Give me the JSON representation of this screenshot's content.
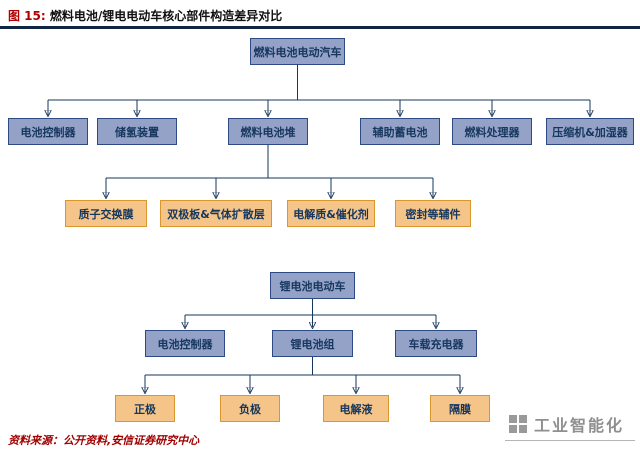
{
  "title": {
    "figure_label": "图 15:",
    "text": "燃料电池/锂电电动车核心部件构造差异对比"
  },
  "fuel_tree": {
    "root": "燃料电池电动汽车",
    "children": [
      "电池控制器",
      "储氢装置",
      "燃料电池堆",
      "辅助蓄电池",
      "燃料处理器",
      "压缩机&加湿器"
    ],
    "stack_components": [
      "质子交换膜",
      "双极板&气体扩散层",
      "电解质&催化剂",
      "密封等辅件"
    ]
  },
  "li_tree": {
    "root": "锂电池电动车",
    "children": [
      "电池控制器",
      "锂电池组",
      "车载充电器"
    ],
    "pack_components": [
      "正极",
      "负极",
      "电解液",
      "隔膜"
    ]
  },
  "source": "资料来源：公开资料,安信证券研究中心",
  "watermark": "工业智能化",
  "colors": {
    "blue_bg": "#94a2c8",
    "blue_border": "#2d4a85",
    "orange_bg": "#f4c489",
    "orange_border": "#d9972f",
    "line": "#17375e",
    "title_red": "#b00000"
  }
}
